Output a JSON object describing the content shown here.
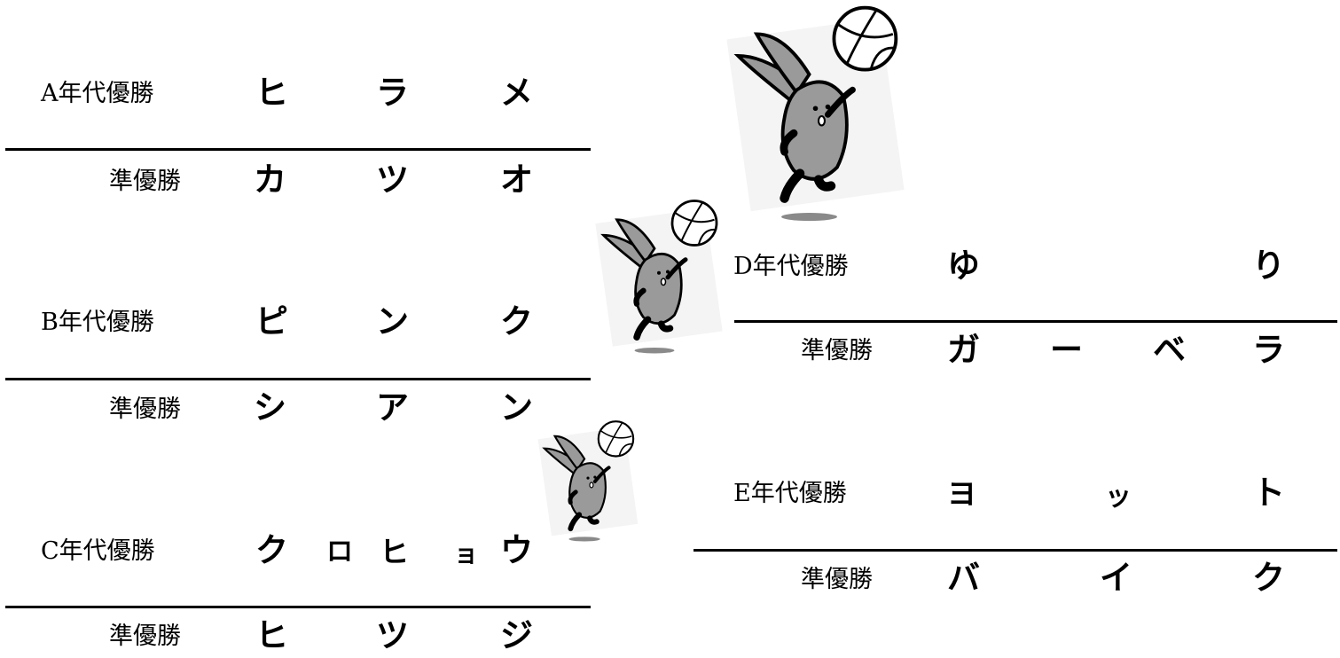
{
  "groups": {
    "a": {
      "winner_label": "A年代優勝",
      "winner": [
        "ヒ",
        "ラ",
        "メ"
      ],
      "runner_label": "準優勝",
      "runner": [
        "カ",
        "ツ",
        "オ"
      ]
    },
    "b": {
      "winner_label": "B年代優勝",
      "winner": [
        "ピ",
        "ン",
        "ク"
      ],
      "runner_label": "準優勝",
      "runner": [
        "シ",
        "ア",
        "ン"
      ]
    },
    "c": {
      "winner_label": "C年代優勝",
      "winner": [
        "ク",
        "ロ",
        "ヒ",
        "ョ",
        "ウ"
      ],
      "runner_label": "準優勝",
      "runner": [
        "ヒ",
        "ツ",
        "ジ"
      ]
    },
    "d": {
      "winner_label": "D年代優勝",
      "winner": [
        "ゆ",
        "り"
      ],
      "runner_label": "準優勝",
      "runner": [
        "ガ",
        "ー",
        "ベ",
        "ラ"
      ]
    },
    "e": {
      "winner_label": "E年代優勝",
      "winner": [
        "ヨ",
        "ッ",
        "ト"
      ],
      "runner_label": "準優勝",
      "runner": [
        "バ",
        "イ",
        "ク"
      ]
    }
  },
  "colors": {
    "ink": "#000000",
    "mascot_body": "#9a9a9a",
    "shadow": "#8a8a8a"
  },
  "icons": [
    "volleyball-icon",
    "rabbit-mascot-icon"
  ]
}
